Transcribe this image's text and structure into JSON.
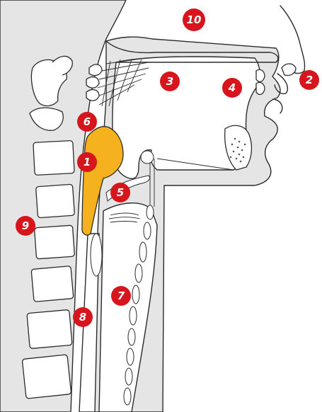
{
  "colors": {
    "background": "#ffffff",
    "tissue": "#e5e5e5",
    "outline": "#2b2b2b",
    "highlight": "#f6b21e",
    "marker": "#d6151c",
    "marker_text": "#ffffff"
  },
  "markers": [
    {
      "id": "1",
      "label": "1"
    },
    {
      "id": "2",
      "label": "2"
    },
    {
      "id": "3",
      "label": "3"
    },
    {
      "id": "4",
      "label": "4"
    },
    {
      "id": "5",
      "label": "5"
    },
    {
      "id": "6",
      "label": "6"
    },
    {
      "id": "7",
      "label": "7"
    },
    {
      "id": "8",
      "label": "8"
    },
    {
      "id": "9",
      "label": "9"
    },
    {
      "id": "10",
      "label": "10"
    }
  ]
}
